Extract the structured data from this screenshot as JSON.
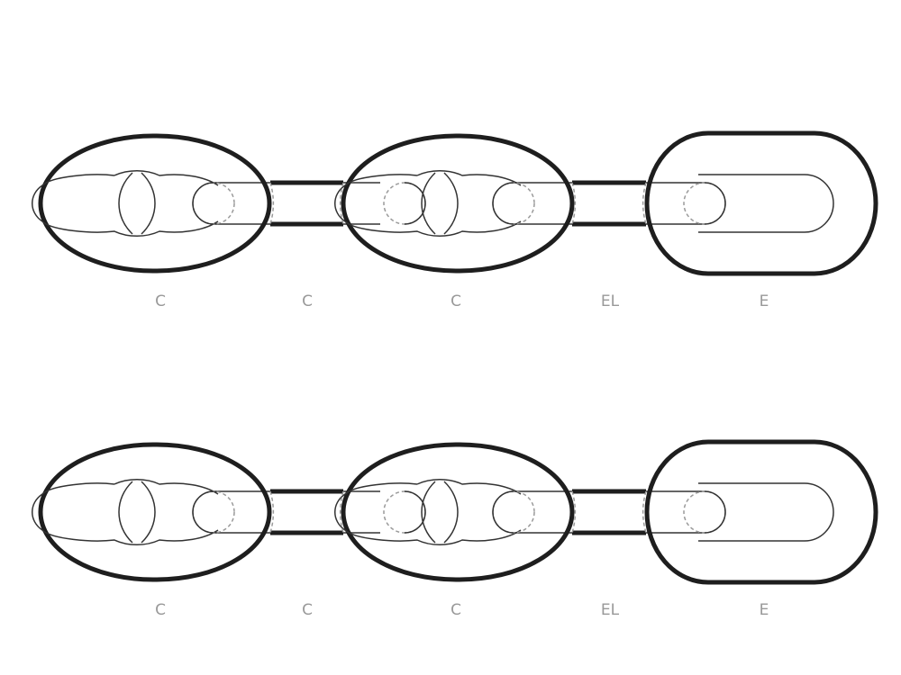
{
  "diagram": {
    "rows": [
      {
        "name": "chain-row-1",
        "links": [
          {
            "type": "common-link-stud",
            "label": "C"
          },
          {
            "type": "common-link-stud",
            "label": "C"
          },
          {
            "type": "end-link",
            "label": "E"
          }
        ],
        "connectors": [
          {
            "type": "common-link-plain",
            "label": "C"
          },
          {
            "type": "enlarged-link",
            "label": "EL"
          }
        ]
      },
      {
        "name": "chain-row-2",
        "links": [
          {
            "type": "common-link-stud",
            "label": "C"
          },
          {
            "type": "common-link-stud",
            "label": "C"
          },
          {
            "type": "end-link",
            "label": "E"
          }
        ],
        "connectors": [
          {
            "type": "common-link-plain",
            "label": "C"
          },
          {
            "type": "enlarged-link",
            "label": "EL"
          }
        ]
      }
    ],
    "colors": {
      "outline": "#1e1e1e",
      "detail": "#333333",
      "hidden_edge": "#9a9a9a",
      "label": "#999999"
    }
  }
}
